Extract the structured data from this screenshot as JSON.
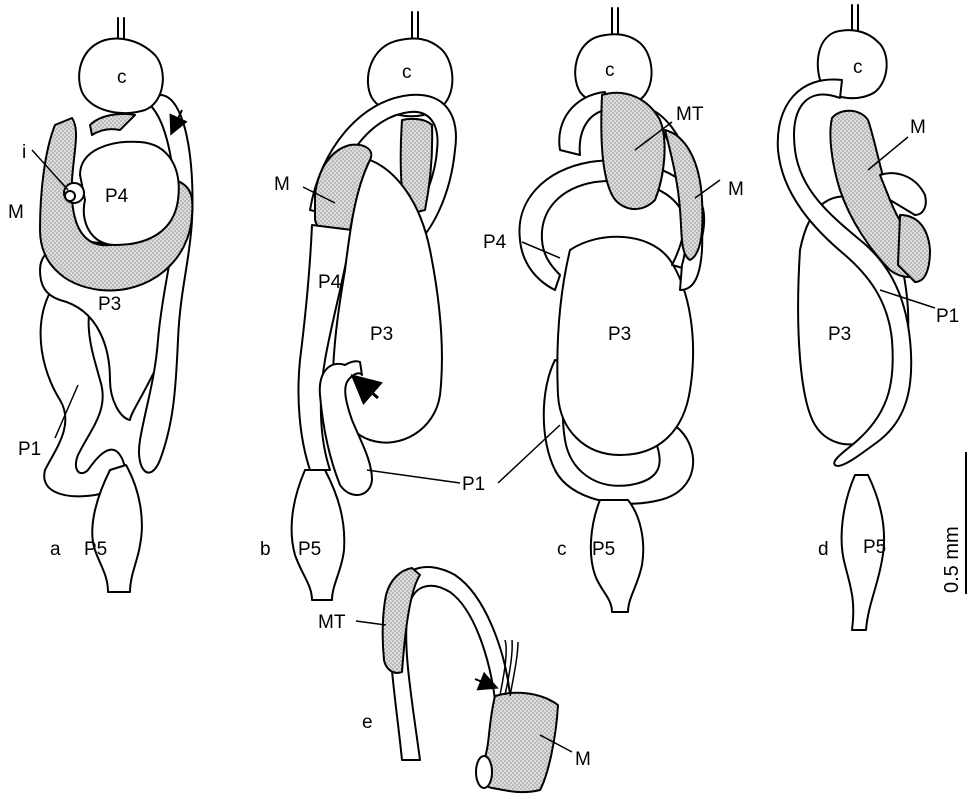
{
  "panels": {
    "a": {
      "letter": "a",
      "labels": {
        "c": "c",
        "i": "i",
        "M": "M",
        "P4": "P4",
        "P3": "P3",
        "P1": "P1",
        "P5": "P5"
      }
    },
    "b": {
      "letter": "b",
      "labels": {
        "c": "c",
        "M": "M",
        "P4": "P4",
        "P3": "P3",
        "P1": "P1",
        "P5": "P5"
      }
    },
    "c": {
      "letter": "c",
      "labels": {
        "c": "c",
        "MT": "MT",
        "M": "M",
        "P4": "P4",
        "P3": "P3",
        "P5": "P5"
      }
    },
    "d": {
      "letter": "d",
      "labels": {
        "c": "c",
        "M": "M",
        "P3": "P3",
        "P1": "P1",
        "P5": "P5"
      }
    },
    "e": {
      "letter": "e",
      "labels": {
        "MT": "MT",
        "M": "M"
      }
    }
  },
  "scale_bar": {
    "label": "0.5 mm"
  },
  "colors": {
    "ink": "#000000",
    "stipple_base": "#d9d9d9",
    "background": "#ffffff"
  }
}
